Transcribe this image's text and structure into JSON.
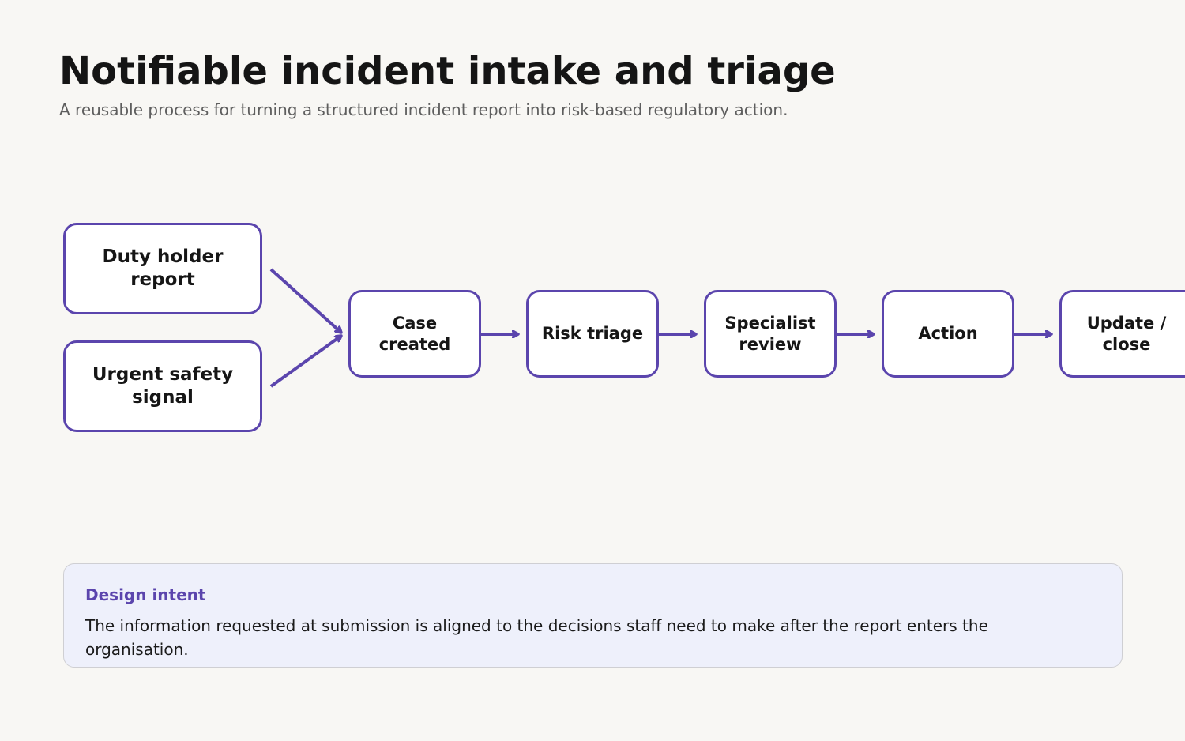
{
  "header": {
    "title": "Notifiable incident intake and triage",
    "subtitle": "A reusable process for turning a structured incident report into risk-based regulatory action."
  },
  "diagram": {
    "sources": [
      {
        "label": "Duty holder report"
      },
      {
        "label": "Urgent safety signal"
      }
    ],
    "steps": [
      {
        "label": "Case created"
      },
      {
        "label": "Risk triage"
      },
      {
        "label": "Specialist review"
      },
      {
        "label": "Action"
      },
      {
        "label": "Update / close"
      }
    ],
    "accent_color": "#5b45ad"
  },
  "design_intent": {
    "title": "Design intent",
    "body": "The information requested at submission is aligned to the decisions staff need to make after the report enters the organisation."
  }
}
